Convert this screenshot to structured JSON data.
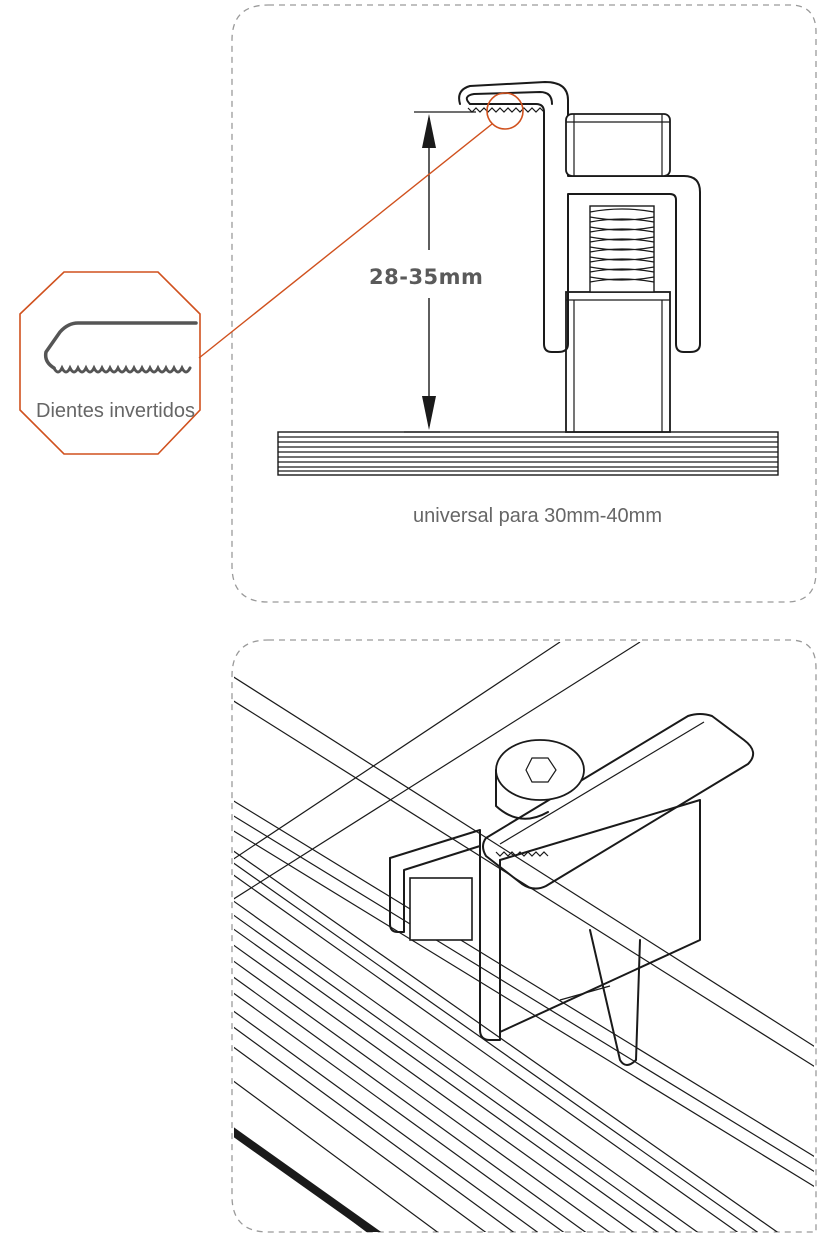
{
  "top_panel": {
    "dimension_label": "28-35mm",
    "caption": "universal para 30mm-40mm"
  },
  "callout": {
    "label": "Dientes invertidos"
  },
  "colors": {
    "accent": "#d0511e",
    "line": "#1a1a1a",
    "panel_border": "#9a9a9a",
    "text": "#666666"
  }
}
